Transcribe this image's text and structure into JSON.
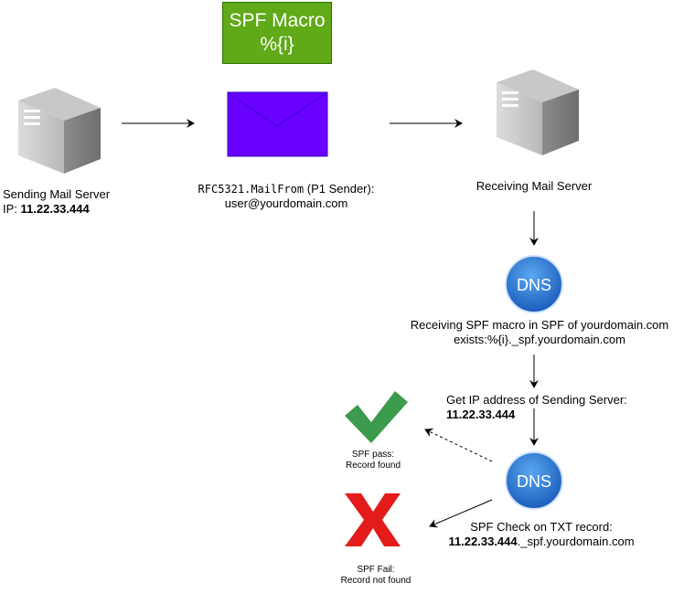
{
  "macro_box": {
    "line1": "SPF Macro",
    "line2": "%{i}"
  },
  "sending_server": {
    "label": "Sending Mail Server",
    "ip_prefix": "IP: ",
    "ip": "11.22.33.444"
  },
  "envelope": {
    "mailfrom_code": "RFC5321.MailFrom",
    "mailfrom_rest": " (P1 Sender):",
    "address": "user@yourdomain.com"
  },
  "receiving_server": {
    "label": "Receiving Mail Server"
  },
  "dns1": {
    "icon_text": "DNS",
    "line1": "Receiving SPF macro in SPF of yourdomain.com",
    "line2": "exists:%{i}._spf.yourdomain.com"
  },
  "get_ip": {
    "line1": "Get IP address of Sending Server:",
    "ip": "11.22.33.444"
  },
  "dns2": {
    "icon_text": "DNS",
    "line1": "SPF Check on TXT record:",
    "ip_bold": "11.22.33.444",
    "suffix": "._spf.yourdomain.com"
  },
  "pass": {
    "line1": "SPF pass:",
    "line2": "Record found"
  },
  "fail": {
    "line1": "SPF Fail:",
    "line2": "Record not found"
  },
  "colors": {
    "macro_green": "#60a917",
    "envelope_purple": "#6a00ff",
    "check_green": "#3d9b4d",
    "cross_red": "#e31b1b",
    "dns_blue": "#1e6fd0"
  }
}
